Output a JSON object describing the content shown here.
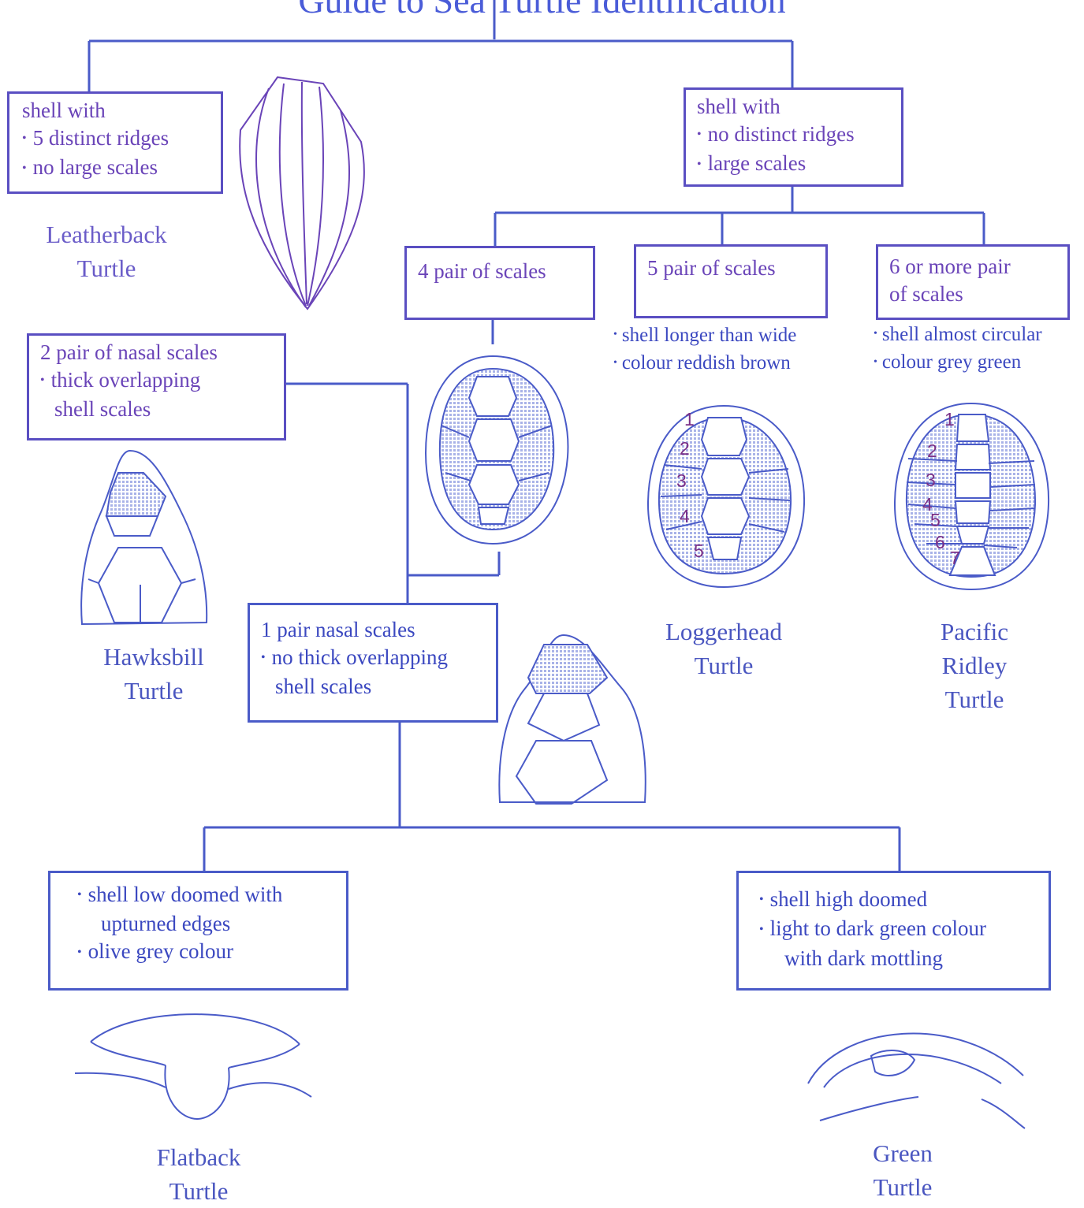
{
  "title": "Guide to Sea Turtle Identification",
  "colors": {
    "line": "#4a5bc8",
    "text": "#3b48c0",
    "purple": "#6a44b8",
    "shade": "#a9b3e8",
    "numbers": "#7a2f86"
  },
  "boxes": {
    "ridges": {
      "lines": [
        "shell with",
        "5 distinct ridges",
        "no large scales"
      ]
    },
    "no_ridges": {
      "lines": [
        "shell with",
        "no distinct ridges",
        "large scales"
      ]
    },
    "four_pair": {
      "lines": [
        "4 pair of scales"
      ]
    },
    "five_pair": {
      "lines": [
        "5 pair of scales"
      ]
    },
    "six_pair": {
      "lines": [
        "6 or more pair",
        "of scales"
      ]
    },
    "two_nasal": {
      "lines": [
        "2 pair of nasal scales",
        "thick overlapping",
        "shell scales"
      ]
    },
    "one_nasal": {
      "lines": [
        "1 pair nasal scales",
        "no thick overlapping",
        "shell scales"
      ]
    },
    "low_domed": {
      "lines": [
        "shell low doomed with",
        "upturned edges",
        "olive grey colour"
      ]
    },
    "high_domed": {
      "lines": [
        "shell high doomed",
        "light to dark green colour",
        "with dark mottling"
      ]
    }
  },
  "notes": {
    "loggerhead": [
      "shell longer than wide",
      "colour reddish brown"
    ],
    "ridley": [
      "shell almost circular",
      "colour grey green"
    ]
  },
  "species": {
    "leatherback": [
      "Leatherback",
      "Turtle"
    ],
    "hawksbill": [
      "Hawksbill",
      "Turtle"
    ],
    "loggerhead": [
      "Loggerhead",
      "Turtle"
    ],
    "ridley": [
      "Pacific",
      "Ridley",
      "Turtle"
    ],
    "flatback": [
      "Flatback",
      "Turtle"
    ],
    "green": [
      "Green",
      "Turtle"
    ]
  },
  "scale_numbers": {
    "loggerhead": [
      "1",
      "2",
      "3",
      "4",
      "5"
    ],
    "ridley": [
      "1",
      "2",
      "3",
      "4",
      "5",
      "6",
      "7"
    ]
  }
}
